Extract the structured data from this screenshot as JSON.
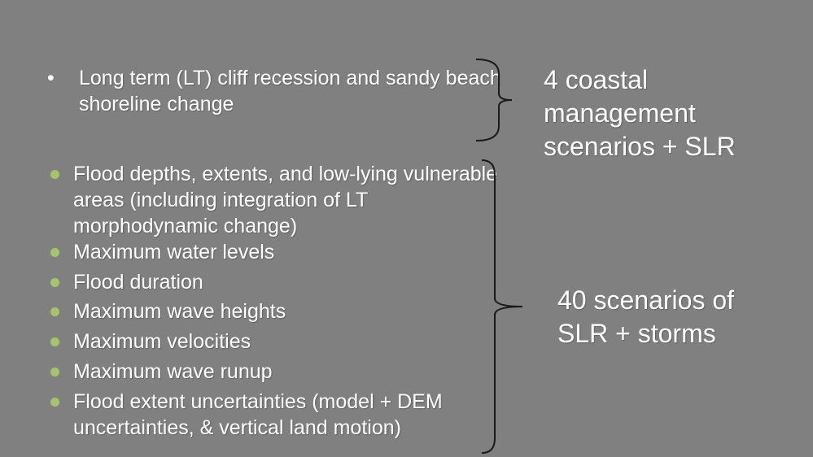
{
  "top_group": {
    "marker": "•",
    "text": "Long term (LT) cliff recession and sandy beach shoreline change",
    "label": "4 coastal management scenarios + SLR"
  },
  "bottom_group": {
    "items": [
      {
        "text": "Flood depths, extents, and low-lying vulnerable areas  (including integration of LT morphodynamic change)"
      },
      {
        "text": "Maximum water levels"
      },
      {
        "text": "Flood duration"
      },
      {
        "text": "Maximum wave heights"
      },
      {
        "text": "Maximum velocities"
      },
      {
        "text": "Maximum wave runup"
      },
      {
        "text": "Flood extent uncertainties (model + DEM uncertainties, & vertical land motion)"
      }
    ],
    "label": "40 scenarios of SLR + storms"
  },
  "colors": {
    "background": "#808080",
    "text": "#ffffff",
    "bullet_green": "#a6c46a",
    "brace": "#1a1a1a"
  }
}
